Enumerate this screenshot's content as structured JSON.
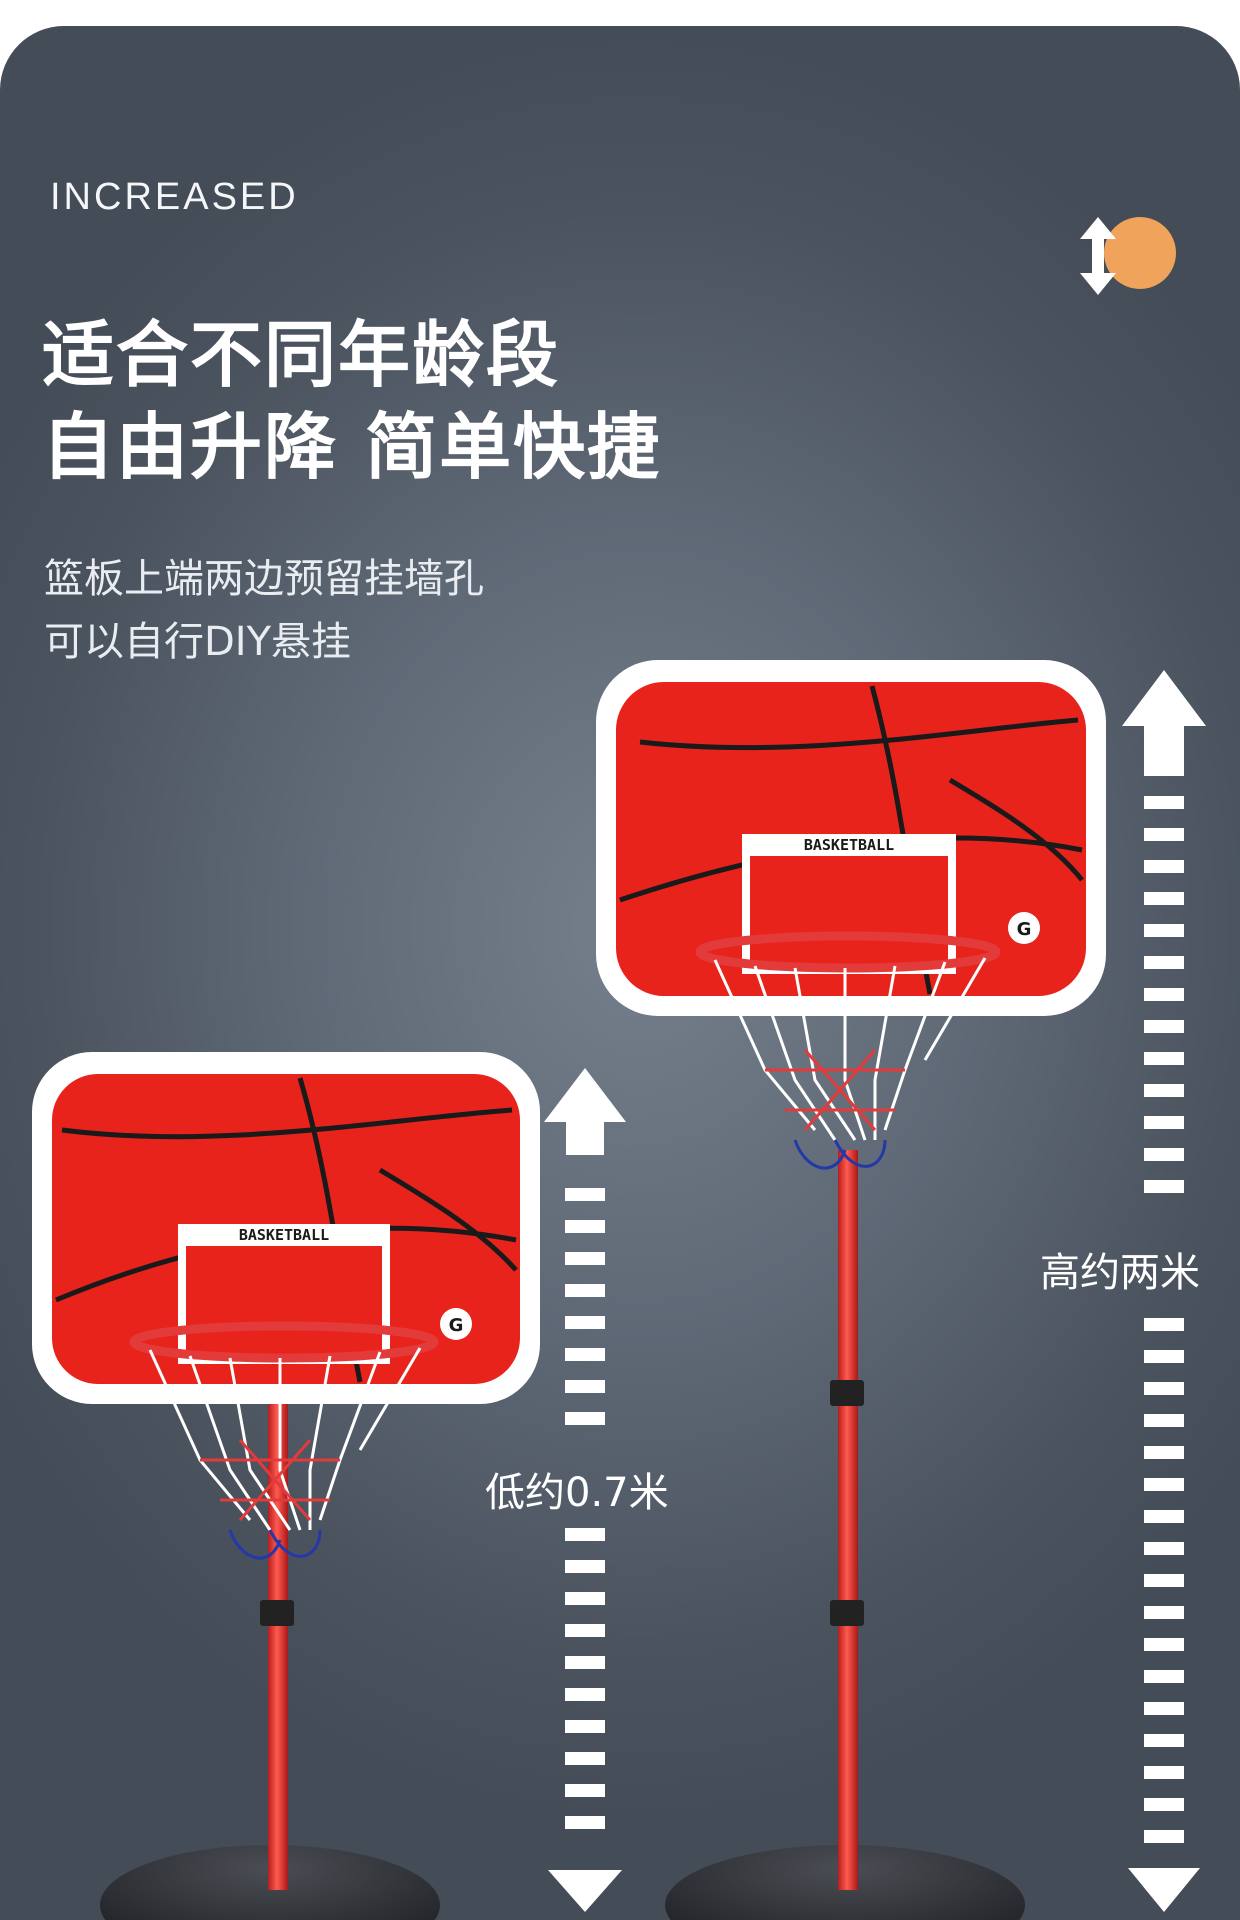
{
  "header": {
    "eyebrow": "INCREASED",
    "headline_line1": "适合不同年龄段",
    "headline_line2": "自由升降 简单快捷",
    "sub_line1": "篮板上端两边预留挂墙孔",
    "sub_line2": "可以自行DIY悬挂"
  },
  "product": {
    "backboard_text": "BASKETBALL",
    "low_height_label": "低约0.7米",
    "high_height_label": "高约两米"
  },
  "icons": {
    "height_adjust": "up-down-arrow-icon"
  },
  "colors": {
    "background": "#5f6976",
    "backboard_red": "#e8231c",
    "frame_white": "#ffffff",
    "accent_orange": "#f0a35a",
    "pole_red": "#e33a3a"
  }
}
